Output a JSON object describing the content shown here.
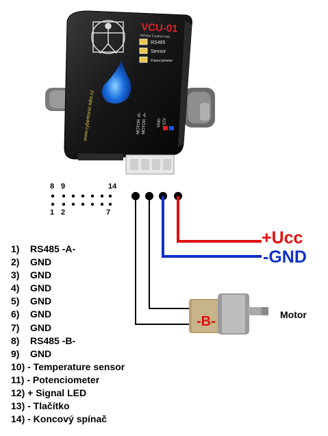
{
  "device": {
    "name": "VCU-01",
    "subtitle": "Vehicle Control Unit",
    "indicators": [
      "RS485",
      "Sensor",
      "Potenciometer"
    ],
    "side_text": "www.cybertronic-labs.cz",
    "connector_labels": [
      "MOTOR -B-",
      "MOTOR -A-",
      "GND",
      "+12V"
    ]
  },
  "pin_header": {
    "top_left": "8",
    "top_mid": "9",
    "top_right": "14",
    "bottom_left": "1",
    "bottom_mid": "2",
    "bottom_right": "7"
  },
  "power": {
    "ucc_label": "+Ucc",
    "gnd_label": "-GND"
  },
  "motor": {
    "label": "Motor",
    "terminal_label": "-B-"
  },
  "pins": [
    {
      "num": "1)",
      "text": "RS485 -A-"
    },
    {
      "num": "2)",
      "text": "GND"
    },
    {
      "num": "3)",
      "text": "GND"
    },
    {
      "num": "4)",
      "text": "GND"
    },
    {
      "num": "5)",
      "text": "GND"
    },
    {
      "num": "6)",
      "text": "GND"
    },
    {
      "num": "7)",
      "text": "GND"
    },
    {
      "num": "8)",
      "text": "RS485 -B-"
    },
    {
      "num": "9)",
      "text": "GND"
    },
    {
      "num": "10)",
      "text": "- Temperature sensor"
    },
    {
      "num": "11)",
      "text": "- Potenciometer"
    },
    {
      "num": "12)",
      "text": "+ Signal LED"
    },
    {
      "num": "13)",
      "text": "- Tlačítko"
    },
    {
      "num": "14)",
      "text": "- Koncový spínač"
    }
  ],
  "colors": {
    "ucc_wire": "#e01010",
    "gnd_wire": "#1030c8",
    "signal_wire": "#000000",
    "device_body": "#1a1a1a",
    "accent": "#e0202a"
  }
}
